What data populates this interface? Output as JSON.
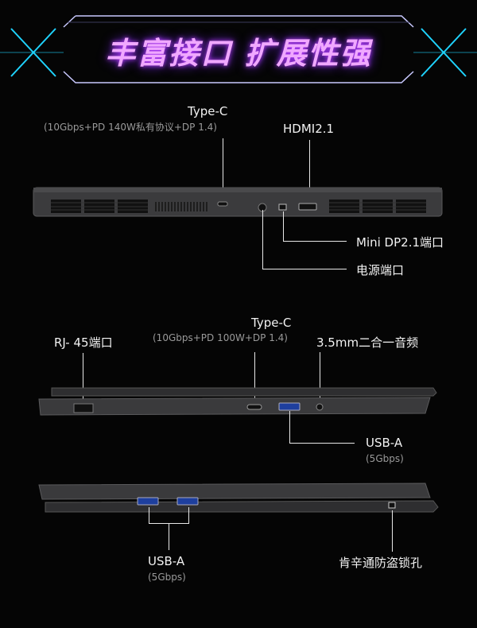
{
  "header": {
    "title": "丰富接口 扩展性强"
  },
  "back_view": {
    "typec_label": "Type-C",
    "typec_spec": "(10Gbps+PD 140W私有协议+DP 1.4)",
    "hdmi_label": "HDMI2.1",
    "minidp_label": "Mini DP2.1端口",
    "power_label": "电源端口"
  },
  "left_view": {
    "rj45_label": "RJ- 45端口",
    "typec_label": "Type-C",
    "typec_spec": "(10Gbps+PD 100W+DP 1.4)",
    "audio_label": "3.5mm二合一音频",
    "usba_label": "USB-A",
    "usba_spec": "(5Gbps)"
  },
  "right_view": {
    "usba_label": "USB-A",
    "usba_spec": "(5Gbps)",
    "lock_label": "肯辛通防盗锁孔"
  },
  "colors": {
    "accent_cyan": "#1fd4ff",
    "accent_magenta": "#ff3df2",
    "line": "#e8e8e8"
  }
}
